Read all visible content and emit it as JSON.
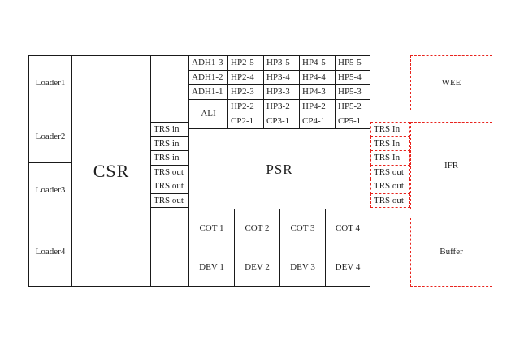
{
  "colors": {
    "line": "#1a1a1a",
    "accent": "#e8231d",
    "bg": "#ffffff",
    "text": "#1f1f1f"
  },
  "loaders": [
    "Loader1",
    "Loader2",
    "Loader3",
    "Loader4"
  ],
  "csr_label": "CSR",
  "psr_label": "PSR",
  "grid": {
    "adh": [
      "ADH1-3",
      "ADH1-2",
      "ADH1-1"
    ],
    "ali": "ALI",
    "hp": [
      [
        "HP2-5",
        "HP3-5",
        "HP4-5",
        "HP5-5"
      ],
      [
        "HP2-4",
        "HP3-4",
        "HP4-4",
        "HP5-4"
      ],
      [
        "HP2-3",
        "HP3-3",
        "HP4-3",
        "HP5-3"
      ],
      [
        "HP2-2",
        "HP3-2",
        "HP4-2",
        "HP5-2"
      ]
    ],
    "cp": [
      "CP2-1",
      "CP3-1",
      "CP4-1",
      "CP5-1"
    ]
  },
  "trs_left": [
    "TRS in",
    "TRS in",
    "TRS in",
    "TRS out",
    "TRS out",
    "TRS out"
  ],
  "trs_right": [
    "TRS In",
    "TRS In",
    "TRS In",
    "TRS out",
    "TRS out",
    "TRS out"
  ],
  "cot": [
    "COT 1",
    "COT 2",
    "COT 3",
    "COT 4"
  ],
  "dev": [
    "DEV 1",
    "DEV 2",
    "DEV 3",
    "DEV 4"
  ],
  "right_boxes": {
    "wee": "WEE",
    "ifr": "IFR",
    "buffer": "Buffer"
  }
}
